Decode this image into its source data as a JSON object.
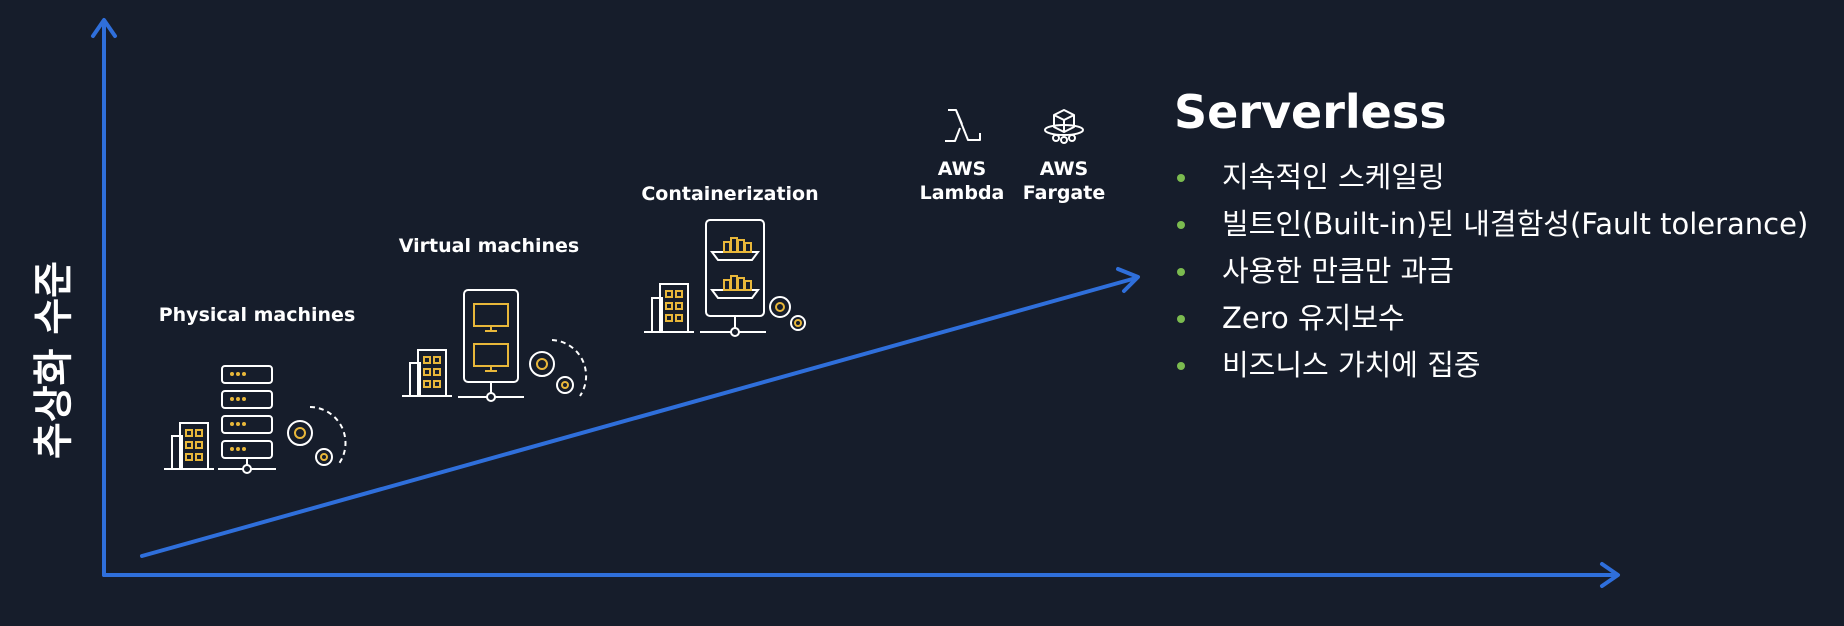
{
  "y_axis_label": "추상화 수준",
  "stages": [
    {
      "label": "Physical machines"
    },
    {
      "label": "Virtual machines"
    },
    {
      "label": "Containerization"
    }
  ],
  "services": [
    {
      "line1": "AWS",
      "line2": "Lambda",
      "icon": "lambda-icon"
    },
    {
      "line1": "AWS",
      "line2": "Fargate",
      "icon": "fargate-icon"
    }
  ],
  "serverless": {
    "title": "Serverless",
    "bullets": [
      "지속적인 스케일링",
      "빌트인(Built-in)된 내결함성(Fault tolerance)",
      "사용한 만큼만 과금",
      "Zero 유지보수",
      "비즈니스 가치에 집중"
    ]
  },
  "colors": {
    "background": "#161d2b",
    "axis": "#2f6fdb",
    "accent_icon": "#e8b73a",
    "bullet": "#7bbb4f",
    "text": "#ffffff"
  }
}
